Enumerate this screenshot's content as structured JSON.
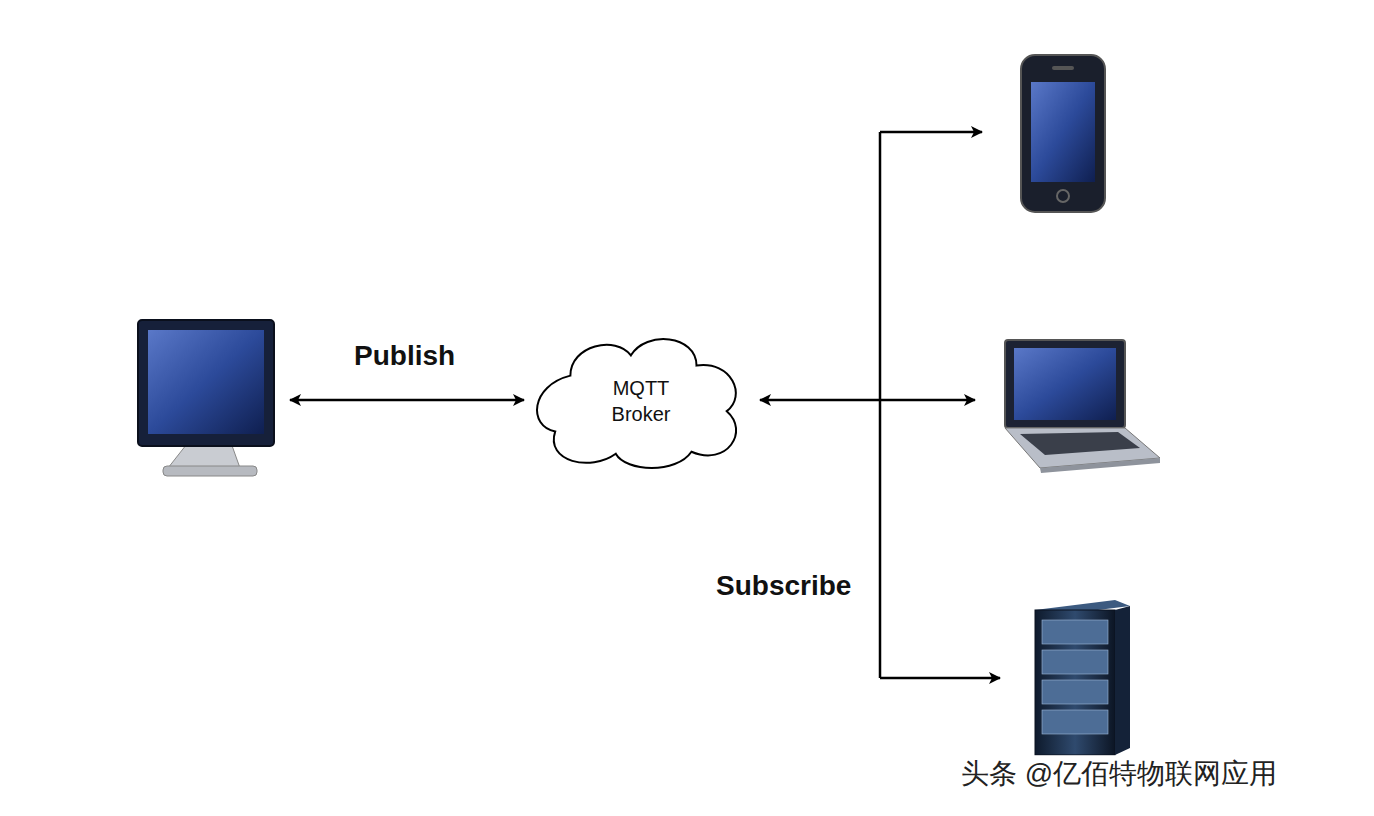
{
  "diagram": {
    "nodes": [
      {
        "text": [
          "MQTT Broker"
        ]
      }
    ],
    "labels": [
      "Publish",
      "Subscribe",
      "头条 @亿佰特物联网应用"
    ]
  }
}
